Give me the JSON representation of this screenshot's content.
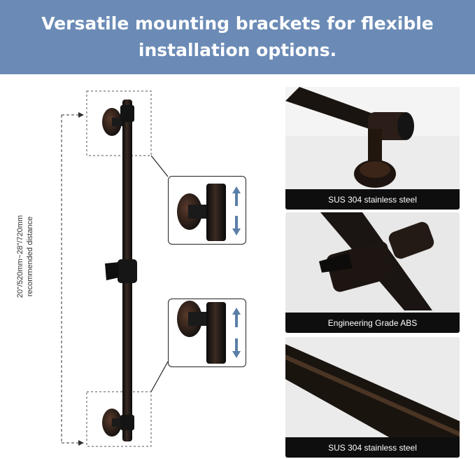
{
  "banner": {
    "title": "Versatile mounting brackets for flexible installation options.",
    "background": "#6b8bb6"
  },
  "diagram": {
    "dimension_label_line1": "20\"/520mm~28\"/720mm",
    "dimension_label_line2": "recommended distance",
    "arrow_color": "#5a7ea8"
  },
  "photos": [
    {
      "caption": "SUS 304 stainless steel"
    },
    {
      "caption": "Engineering Grade ABS"
    },
    {
      "caption": "SUS 304 stainless steel"
    }
  ]
}
